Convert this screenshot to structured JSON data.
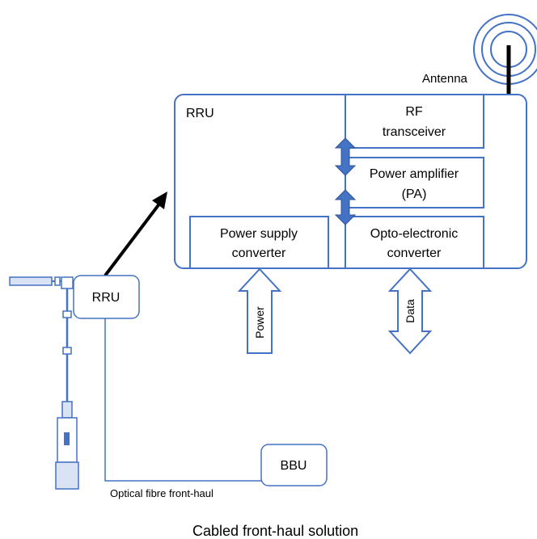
{
  "labels": {
    "antenna": "Antenna",
    "rru_box_title": "RRU",
    "rf_transceiver_line1": "RF",
    "rf_transceiver_line2": "transceiver",
    "power_amplifier_line1": "Power amplifier",
    "power_amplifier_line2": "(PA)",
    "power_supply_line1": "Power supply",
    "power_supply_line2": "converter",
    "opto_line1": "Opto-electronic",
    "opto_line2": "converter",
    "power_arrow": "Power",
    "data_arrow": "Data",
    "rru_small": "RRU",
    "bbu": "BBU",
    "optical_fibre": "Optical fibre front-haul",
    "caption": "Cabled front-haul solution"
  },
  "colors": {
    "line": "#4472c4",
    "double_arrow_fill": "#4472c4",
    "text": "#000000",
    "background": "#ffffff"
  },
  "icons": {
    "antenna": "antenna-concentric-rings-icon",
    "mast": "antenna-mast-tower-icon"
  }
}
